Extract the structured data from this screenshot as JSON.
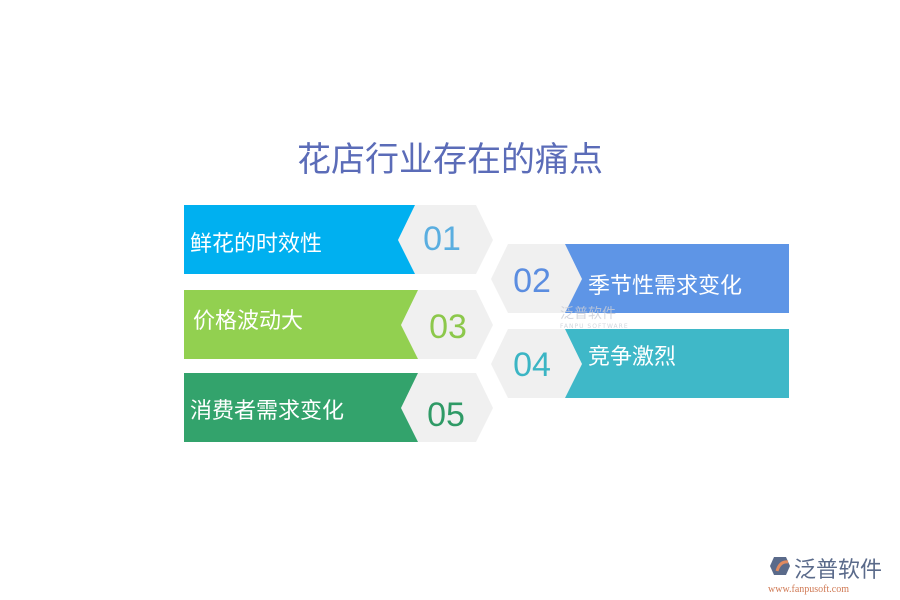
{
  "title": "花店行业存在的痛点",
  "items": [
    {
      "num": "01",
      "label": "鲜花的时效性",
      "color": "#00b0f0",
      "num_color": "#5aaee0"
    },
    {
      "num": "02",
      "label": "季节性需求变化",
      "color": "#5e95e6",
      "num_color": "#5b8de0"
    },
    {
      "num": "03",
      "label": "价格波动大",
      "color": "#92d050",
      "num_color": "#8cc84b"
    },
    {
      "num": "04",
      "label": "竞争激烈",
      "color": "#3fb8c8",
      "num_color": "#3bb5c4"
    },
    {
      "num": "05",
      "label": "消费者需求变化",
      "color": "#33a36c",
      "num_color": "#2f9a66"
    }
  ],
  "watermark": {
    "name": "泛普软件",
    "sub": "FANPU SOFTWARE"
  },
  "logo": {
    "name": "泛普软件",
    "url": "www.fanpusoft.com"
  }
}
